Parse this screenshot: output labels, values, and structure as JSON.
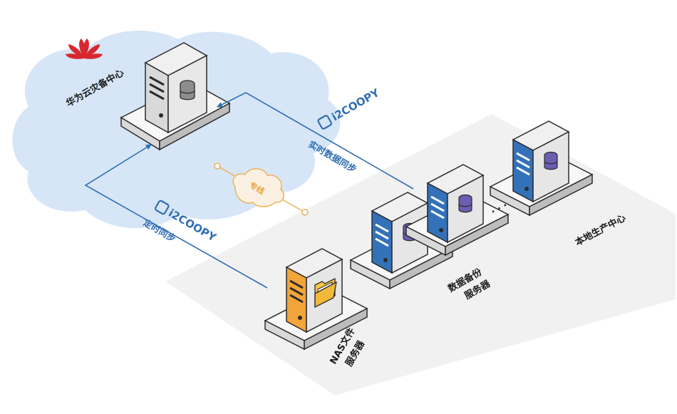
{
  "cloud_center": {
    "label": "华为云灾备中心",
    "logo": "huawei-logo"
  },
  "local_center": {
    "label": "本地生产中心"
  },
  "sync_realtime": {
    "brand": "i2COOPY",
    "label": "实时数据同步"
  },
  "sync_scheduled": {
    "brand": "i2COOPY",
    "label": "定时同步"
  },
  "dedicated_line": {
    "label": "专线"
  },
  "nas_server": {
    "label_line1": "NAS文件",
    "label_line2": "服务器"
  },
  "backup_servers": {
    "label_line1": "数据备份",
    "label_line2": "服务器"
  },
  "ellipsis": "· · ·",
  "colors": {
    "cloud": "#d6e6f7",
    "platform": "#f0f0f0",
    "arrow": "#2f6db3",
    "server_blue": "#3372b8",
    "server_orange": "#f2a53a",
    "server_gray": "#d9d9d9",
    "line_orange": "#efb05a"
  }
}
